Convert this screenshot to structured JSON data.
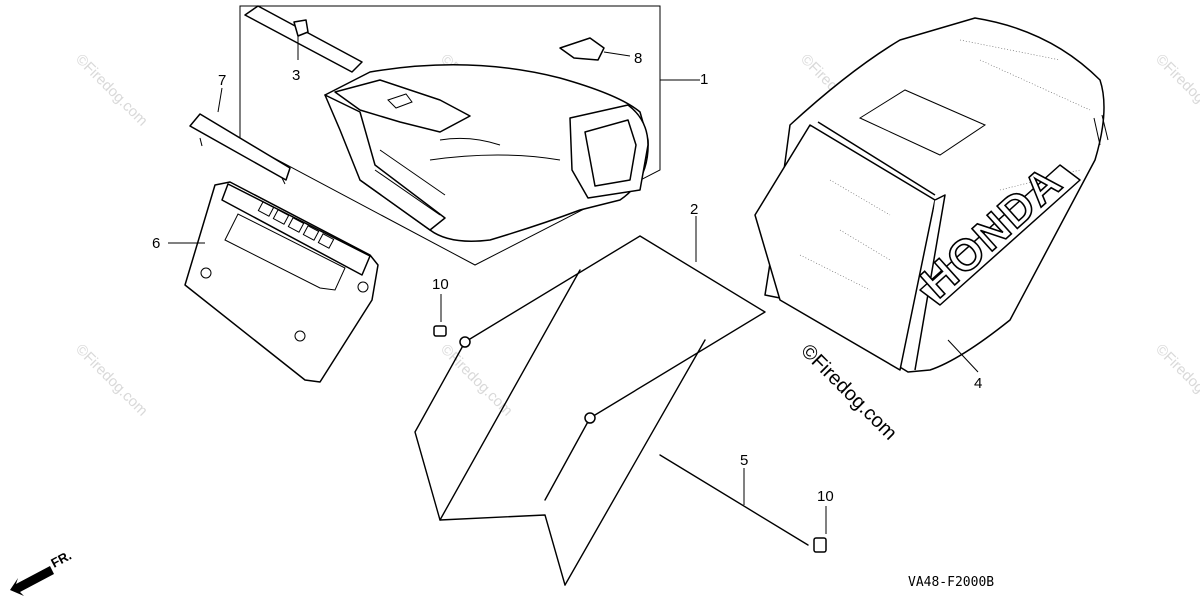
{
  "callouts": {
    "c1": "1",
    "c2": "2",
    "c3": "3",
    "c4": "4",
    "c5": "5",
    "c6": "6",
    "c7": "7",
    "c8": "8",
    "c10a": "10",
    "c10b": "10"
  },
  "brand": "HONDA",
  "watermark": "©Firedog.com",
  "diagram_code": "VA48-F2000B",
  "front_indicator": "FR."
}
